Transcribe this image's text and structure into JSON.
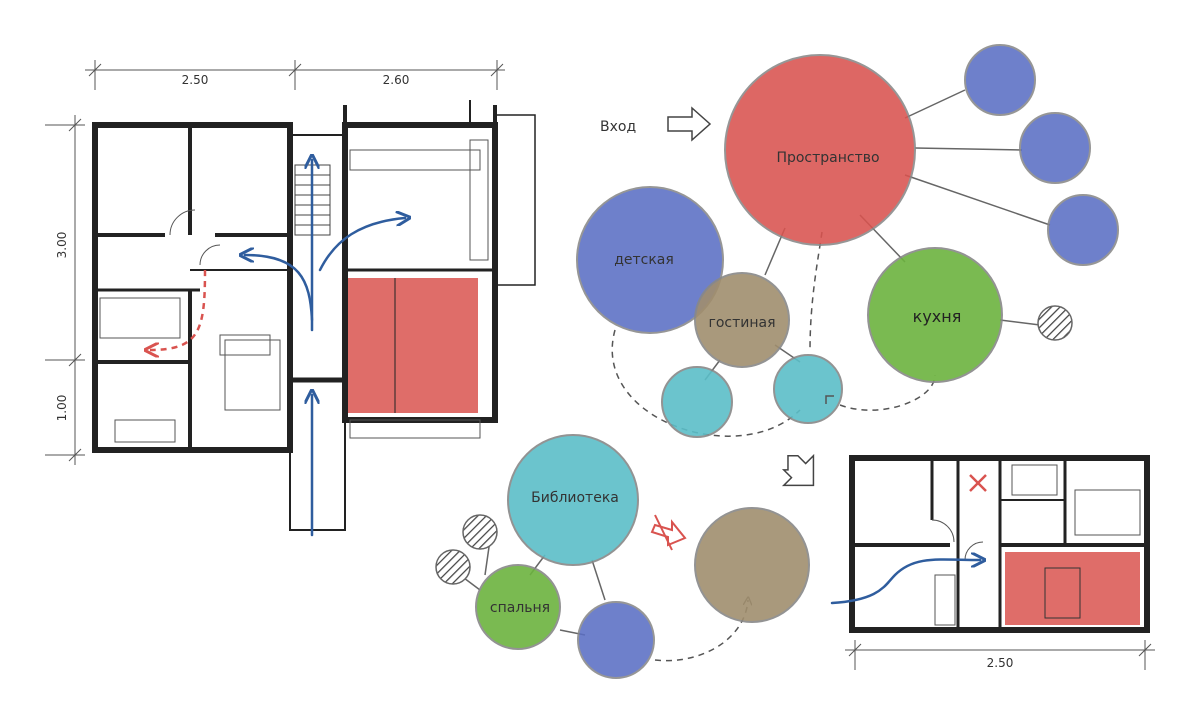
{
  "plan1": {
    "dim_width_left": "2.50",
    "dim_width_right": "2.60",
    "dim_height_top": "3.00",
    "dim_height_bottom": "1.00"
  },
  "bubbles": {
    "entrance_label": "Вход",
    "space_label": "Пространство",
    "kids_label": "детская",
    "living_label": "гостиная",
    "kitchen_label": "кухня",
    "library_label": "Библиотека",
    "bedroom_label": "спальня"
  },
  "plan2": {
    "dim_width": "2.50"
  },
  "colors": {
    "red": "#d9534f",
    "blue": "#5b6fc4",
    "green": "#6cb33f",
    "brown": "#a08e6e",
    "cyan": "#5bbec8",
    "arrow": "#2f5d9e",
    "wall": "#222222"
  }
}
